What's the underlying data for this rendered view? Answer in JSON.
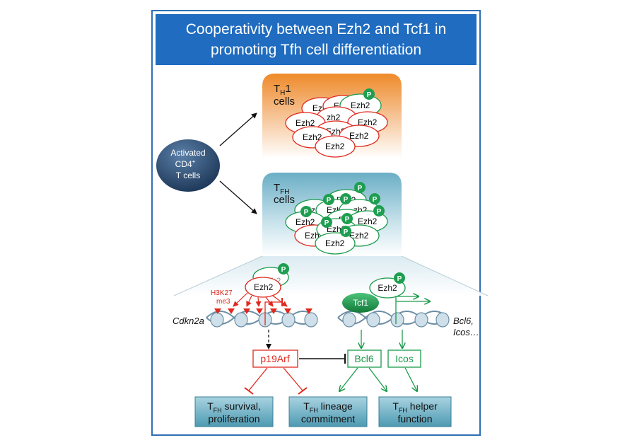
{
  "title": {
    "line1": "Cooperativity between Ezh2 and Tcf1 in",
    "line2": "promoting Tfh cell differentiation"
  },
  "source": {
    "line1": "Activated",
    "line2_main": "CD4",
    "line2_sup": "+",
    "line3": "T cells"
  },
  "th1": {
    "label_main": "T",
    "label_sub": "H",
    "label_tail": "1",
    "label_line2": "cells",
    "molecule": "Ezh2",
    "molecule_partial_a": "Ezh",
    "molecule_partial_b": "Ezh",
    "molecule_partial_c": "zh2",
    "phospho": "P"
  },
  "tfh": {
    "label_main": "T",
    "label_sub": "FH",
    "label_line2": "cells",
    "molecule": "Ezh2",
    "molecule_partial_a": "Ez",
    "molecule_partial_b": "E",
    "molecule_partial_c": "zh2",
    "molecule_partial_d": "Ezh",
    "phospho": "P"
  },
  "mechanism": {
    "left_gene": "Cdkn2a",
    "mark_line1": "H3K27",
    "mark_line2": "me3",
    "left_ezh2_top": "Ezh2",
    "left_ezh2": "Ezh2",
    "right_ezh2": "Ezh2",
    "tcf1": "Tcf1",
    "right_genes_line1": "Bcl6,",
    "right_genes_line2": "Icos…",
    "phospho": "P"
  },
  "products": {
    "p19arf": "p19Arf",
    "bcl6": "Bcl6",
    "icos": "Icos"
  },
  "outcomes": [
    {
      "sub": "FH",
      "line1_tail": " survival,",
      "line2": "proliferation"
    },
    {
      "sub": "FH",
      "line1_tail": " lineage",
      "line2": "commitment"
    },
    {
      "sub": "FH",
      "line1_tail": " helper",
      "line2": "function"
    }
  ],
  "colors": {
    "frame": "#2f6fb5",
    "banner": "#1f6cc0",
    "repressive_red": "#e0281e",
    "active_green": "#1a9a4a",
    "phospho_green": "#1e9e50",
    "th1_orange": "#ee8a2a",
    "tfh_teal": "#6aaec5",
    "node_navy": "#1d3a5e",
    "outcome_teal": "#4d9ab2"
  }
}
